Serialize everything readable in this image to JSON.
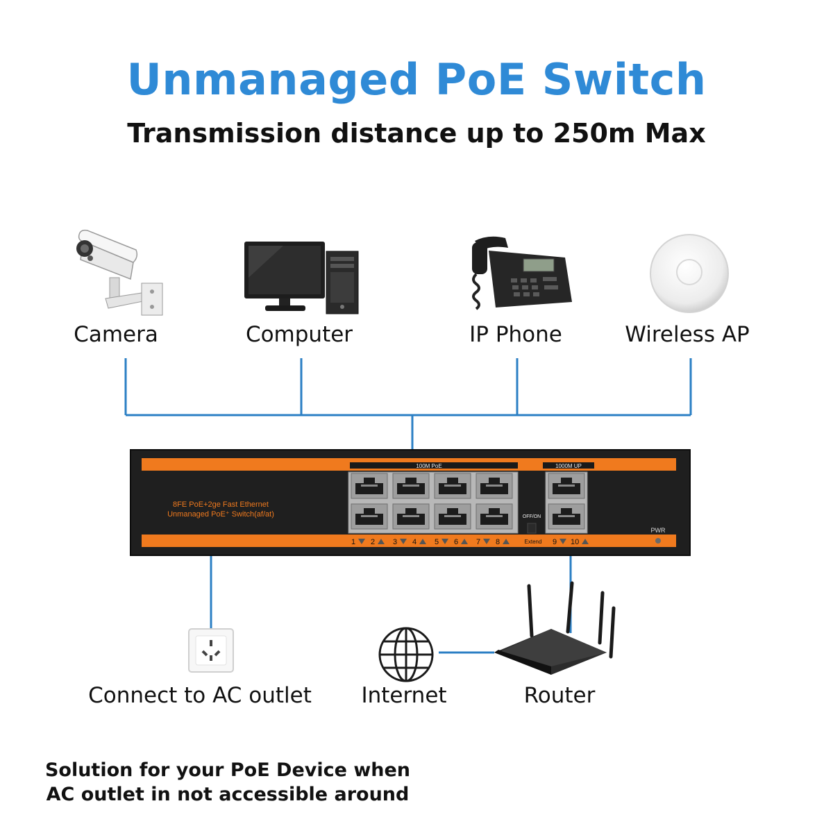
{
  "title": "Unmanaged PoE Switch",
  "subtitle": "Transmission distance up to 250m Max",
  "devices": {
    "camera": "Camera",
    "computer": "Computer",
    "ip_phone": "IP Phone",
    "wireless_ap": "Wireless AP"
  },
  "switch": {
    "poe_header": "100M PoE",
    "uplink_header": "1000M UP",
    "model_line1": "8FE PoE+2ge Fast Ethernet",
    "model_line2": "Unmanaged PoE⁺ Switch(af/at)",
    "toggle_label": "OFF/ON",
    "extend_label": "Extend",
    "power_label": "PWR",
    "port_numbers": [
      "1",
      "2",
      "3",
      "4",
      "5",
      "6",
      "7",
      "8",
      "9",
      "10"
    ]
  },
  "bottom": {
    "ac_outlet": "Connect to AC outlet",
    "internet": "Internet",
    "router": "Router"
  },
  "note_line1": "Solution for your PoE Device when",
  "note_line2": "AC outlet in not accessible around",
  "colors": {
    "title_blue": "#2f8ad6",
    "line_blue": "#2b7fc4",
    "switch_body": "#1f1f1f",
    "switch_stripe": "#f07a1e",
    "port_panel": "#b8b8b8"
  }
}
